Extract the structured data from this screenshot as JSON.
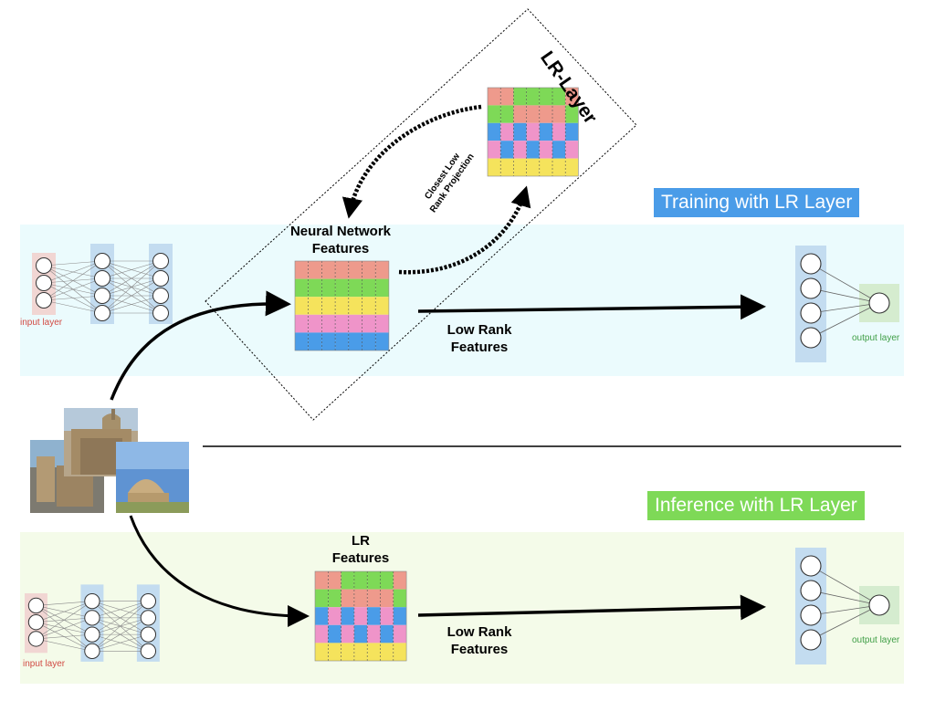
{
  "lr_layer_title": "LR-Layer",
  "training": {
    "badge": "Training with LR Layer",
    "features_title": "Neural Network\nFeatures",
    "projection_label": "Closest Low\nRank Projection",
    "low_rank_label": "Low Rank\nFeatures",
    "input_label": "input layer",
    "output_label": "output layer"
  },
  "inference": {
    "badge": "Inference with LR Layer",
    "features_title": "LR\nFeatures",
    "low_rank_label": "Low Rank\nFeatures",
    "input_label": "input layer",
    "output_label": "output layer"
  },
  "colors": {
    "salmon": "#ee9a8c",
    "green": "#7ed957",
    "yellow": "#f5e35c",
    "pink": "#ef94c9",
    "blue": "#4a9ce8",
    "input_box": "#f1d6d3",
    "hidden_box": "#c3dcf0",
    "output_box": "#d5eccf"
  },
  "matrices": {
    "nn_features_rows": [
      "salmon",
      "green",
      "yellow",
      "pink",
      "blue"
    ],
    "lr_pattern": [
      [
        "salmon",
        "salmon",
        "green",
        "green",
        "green",
        "green",
        "salmon"
      ],
      [
        "green",
        "green",
        "salmon",
        "salmon",
        "salmon",
        "salmon",
        "green"
      ],
      [
        "blue",
        "pink",
        "blue",
        "pink",
        "blue",
        "pink",
        "blue"
      ],
      [
        "pink",
        "blue",
        "pink",
        "blue",
        "pink",
        "blue",
        "pink"
      ],
      [
        "yellow",
        "yellow",
        "yellow",
        "yellow",
        "yellow",
        "yellow",
        "yellow"
      ]
    ]
  }
}
